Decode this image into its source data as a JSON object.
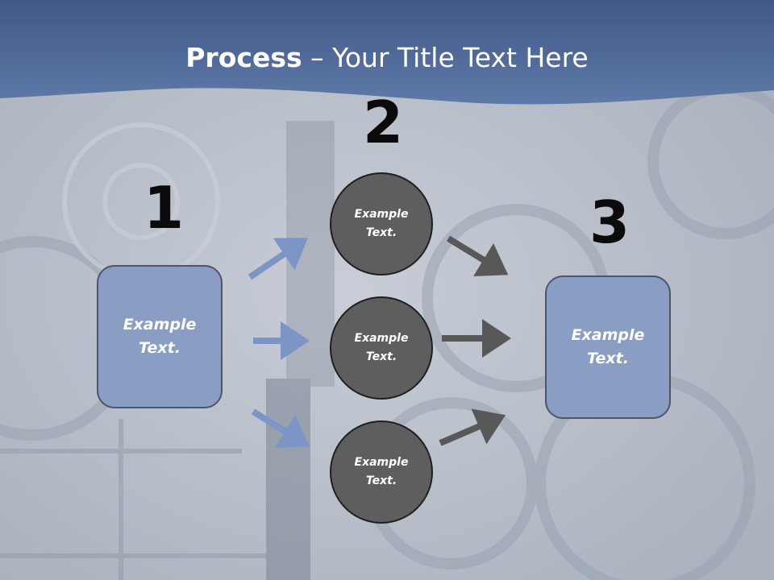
{
  "title": {
    "bold": "Process",
    "rest": " – Your Title Text Here"
  },
  "steps": [
    {
      "number": "1",
      "text": "Example Text."
    },
    {
      "number": "2",
      "texts": [
        "Example Text.",
        "Example Text.",
        "Example Text."
      ]
    },
    {
      "number": "3",
      "text": "Example Text."
    }
  ],
  "colors": {
    "header": "#4f6a9c",
    "box": "#8a9ec4",
    "circle": "#5e5e5e",
    "arrow_blue": "#7c95c6",
    "arrow_gray": "#585858"
  }
}
